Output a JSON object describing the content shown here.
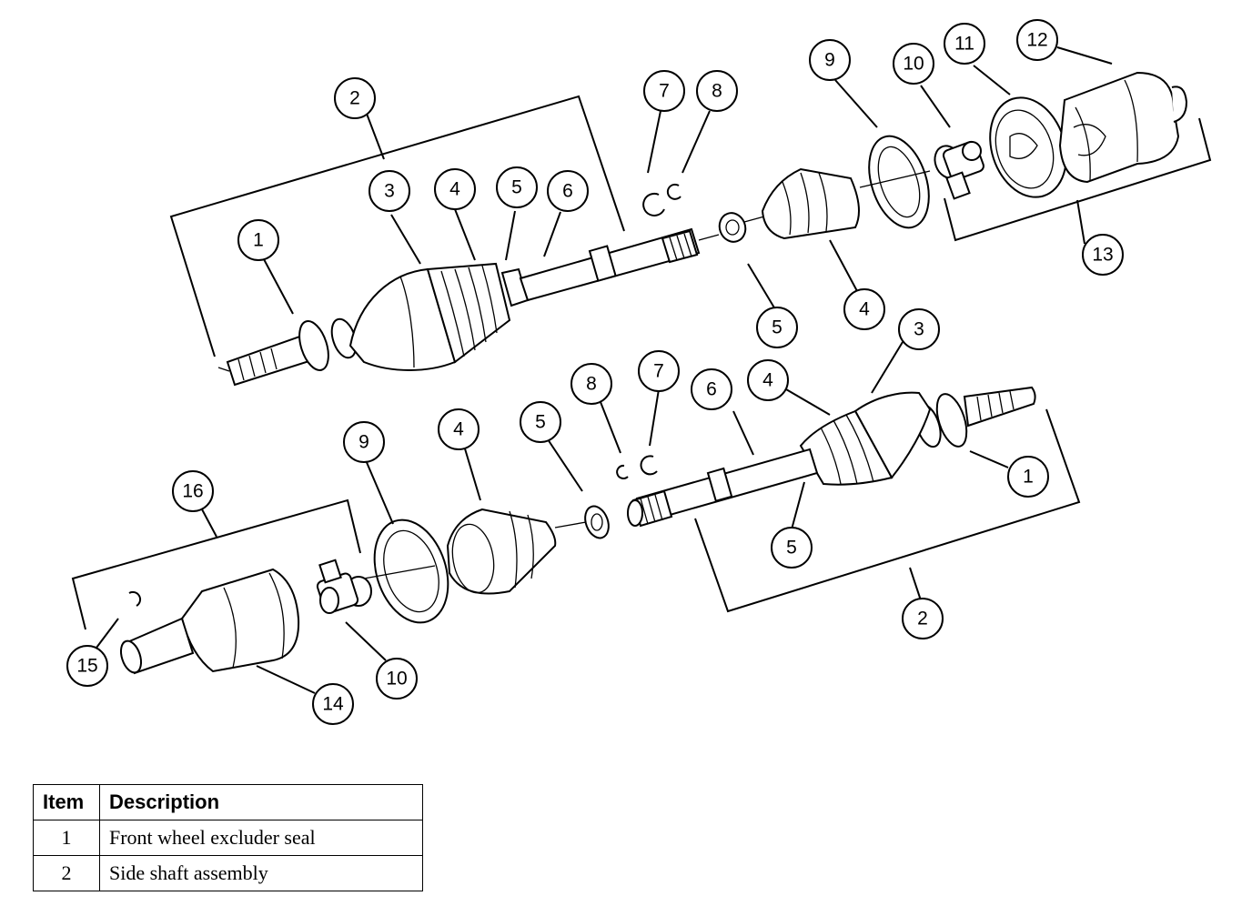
{
  "callouts": {
    "top": [
      "1",
      "2",
      "3",
      "4",
      "5",
      "6",
      "7",
      "8",
      "5",
      "4",
      "9",
      "10",
      "11",
      "12",
      "13"
    ],
    "bottom": [
      "1",
      "2",
      "3",
      "4",
      "5",
      "6",
      "7",
      "8",
      "5",
      "4",
      "9",
      "10",
      "14",
      "15",
      "16"
    ]
  },
  "legend": {
    "headers": {
      "item": "Item",
      "description": "Description"
    },
    "rows": [
      {
        "item": "1",
        "description": "Front wheel excluder seal"
      },
      {
        "item": "2",
        "description": "Side shaft assembly"
      }
    ]
  }
}
